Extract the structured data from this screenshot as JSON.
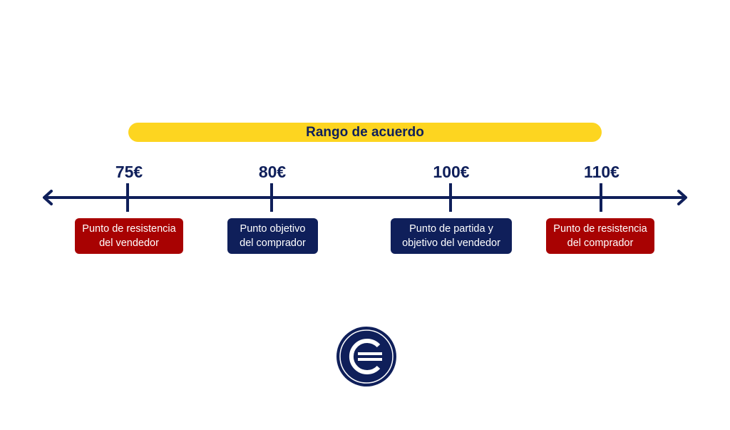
{
  "range_label": "Rango de acuerdo",
  "points": [
    {
      "price": "75€",
      "label_line1": "Punto de resistencia",
      "label_line2": "del vendedor",
      "color": "#a80202"
    },
    {
      "price": "80€",
      "label_line1": "Punto objetivo",
      "label_line2": "del comprador",
      "color": "#0f1f5a"
    },
    {
      "price": "100€",
      "label_line1": "Punto de partida y",
      "label_line2": "objetivo del vendedor",
      "color": "#0f1f5a"
    },
    {
      "price": "110€",
      "label_line1": "Punto de resistencia",
      "label_line2": "del comprador",
      "color": "#a80202"
    }
  ],
  "colors": {
    "navy": "#0f1f5a",
    "red": "#a80202",
    "yellow": "#fdd520"
  },
  "logo_icon": "euro-circle-logo"
}
